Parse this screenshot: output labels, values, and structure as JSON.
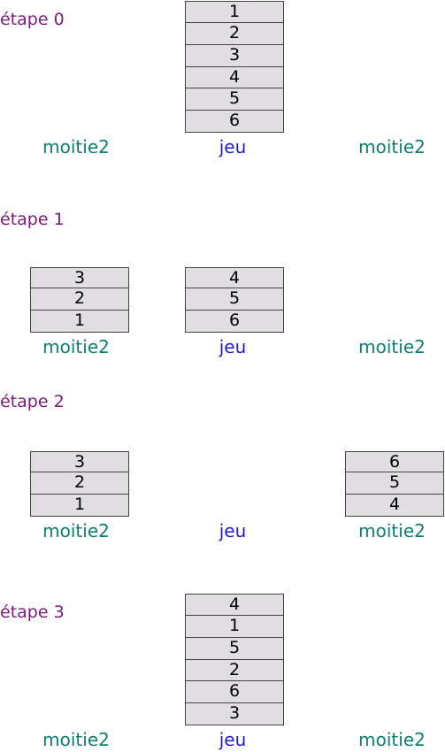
{
  "colors": {
    "step_label": "#7b1a7b",
    "moitie_label": "#0f7f74",
    "jeu_label": "#1f1fd0",
    "card_fill": "#e2dde2",
    "card_border": "#444444"
  },
  "labels": {
    "moitie": "moitie2",
    "jeu": "jeu"
  },
  "steps": [
    {
      "name": "étape 0",
      "left": [],
      "center": [
        "1",
        "2",
        "3",
        "4",
        "5",
        "6"
      ],
      "right": []
    },
    {
      "name": "étape 1",
      "left": [
        "3",
        "2",
        "1"
      ],
      "center": [
        "4",
        "5",
        "6"
      ],
      "right": []
    },
    {
      "name": "étape 2",
      "left": [
        "3",
        "2",
        "1"
      ],
      "center": [],
      "right": [
        "6",
        "5",
        "4"
      ]
    },
    {
      "name": "étape 3",
      "left": [],
      "center": [
        "4",
        "1",
        "5",
        "2",
        "6",
        "3"
      ],
      "right": []
    }
  ]
}
